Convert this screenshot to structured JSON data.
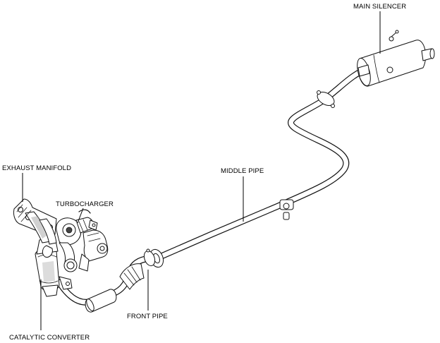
{
  "labels": {
    "main_silencer": "MAIN SILENCER",
    "exhaust_manifold": "EXHAUST MANIFOLD",
    "turbocharger": "TURBOCHARGER",
    "middle_pipe": "MIDDLE PIPE",
    "front_pipe": "FRONT PIPE",
    "catalytic_converter": "CATALYTIC CONVERTER"
  }
}
